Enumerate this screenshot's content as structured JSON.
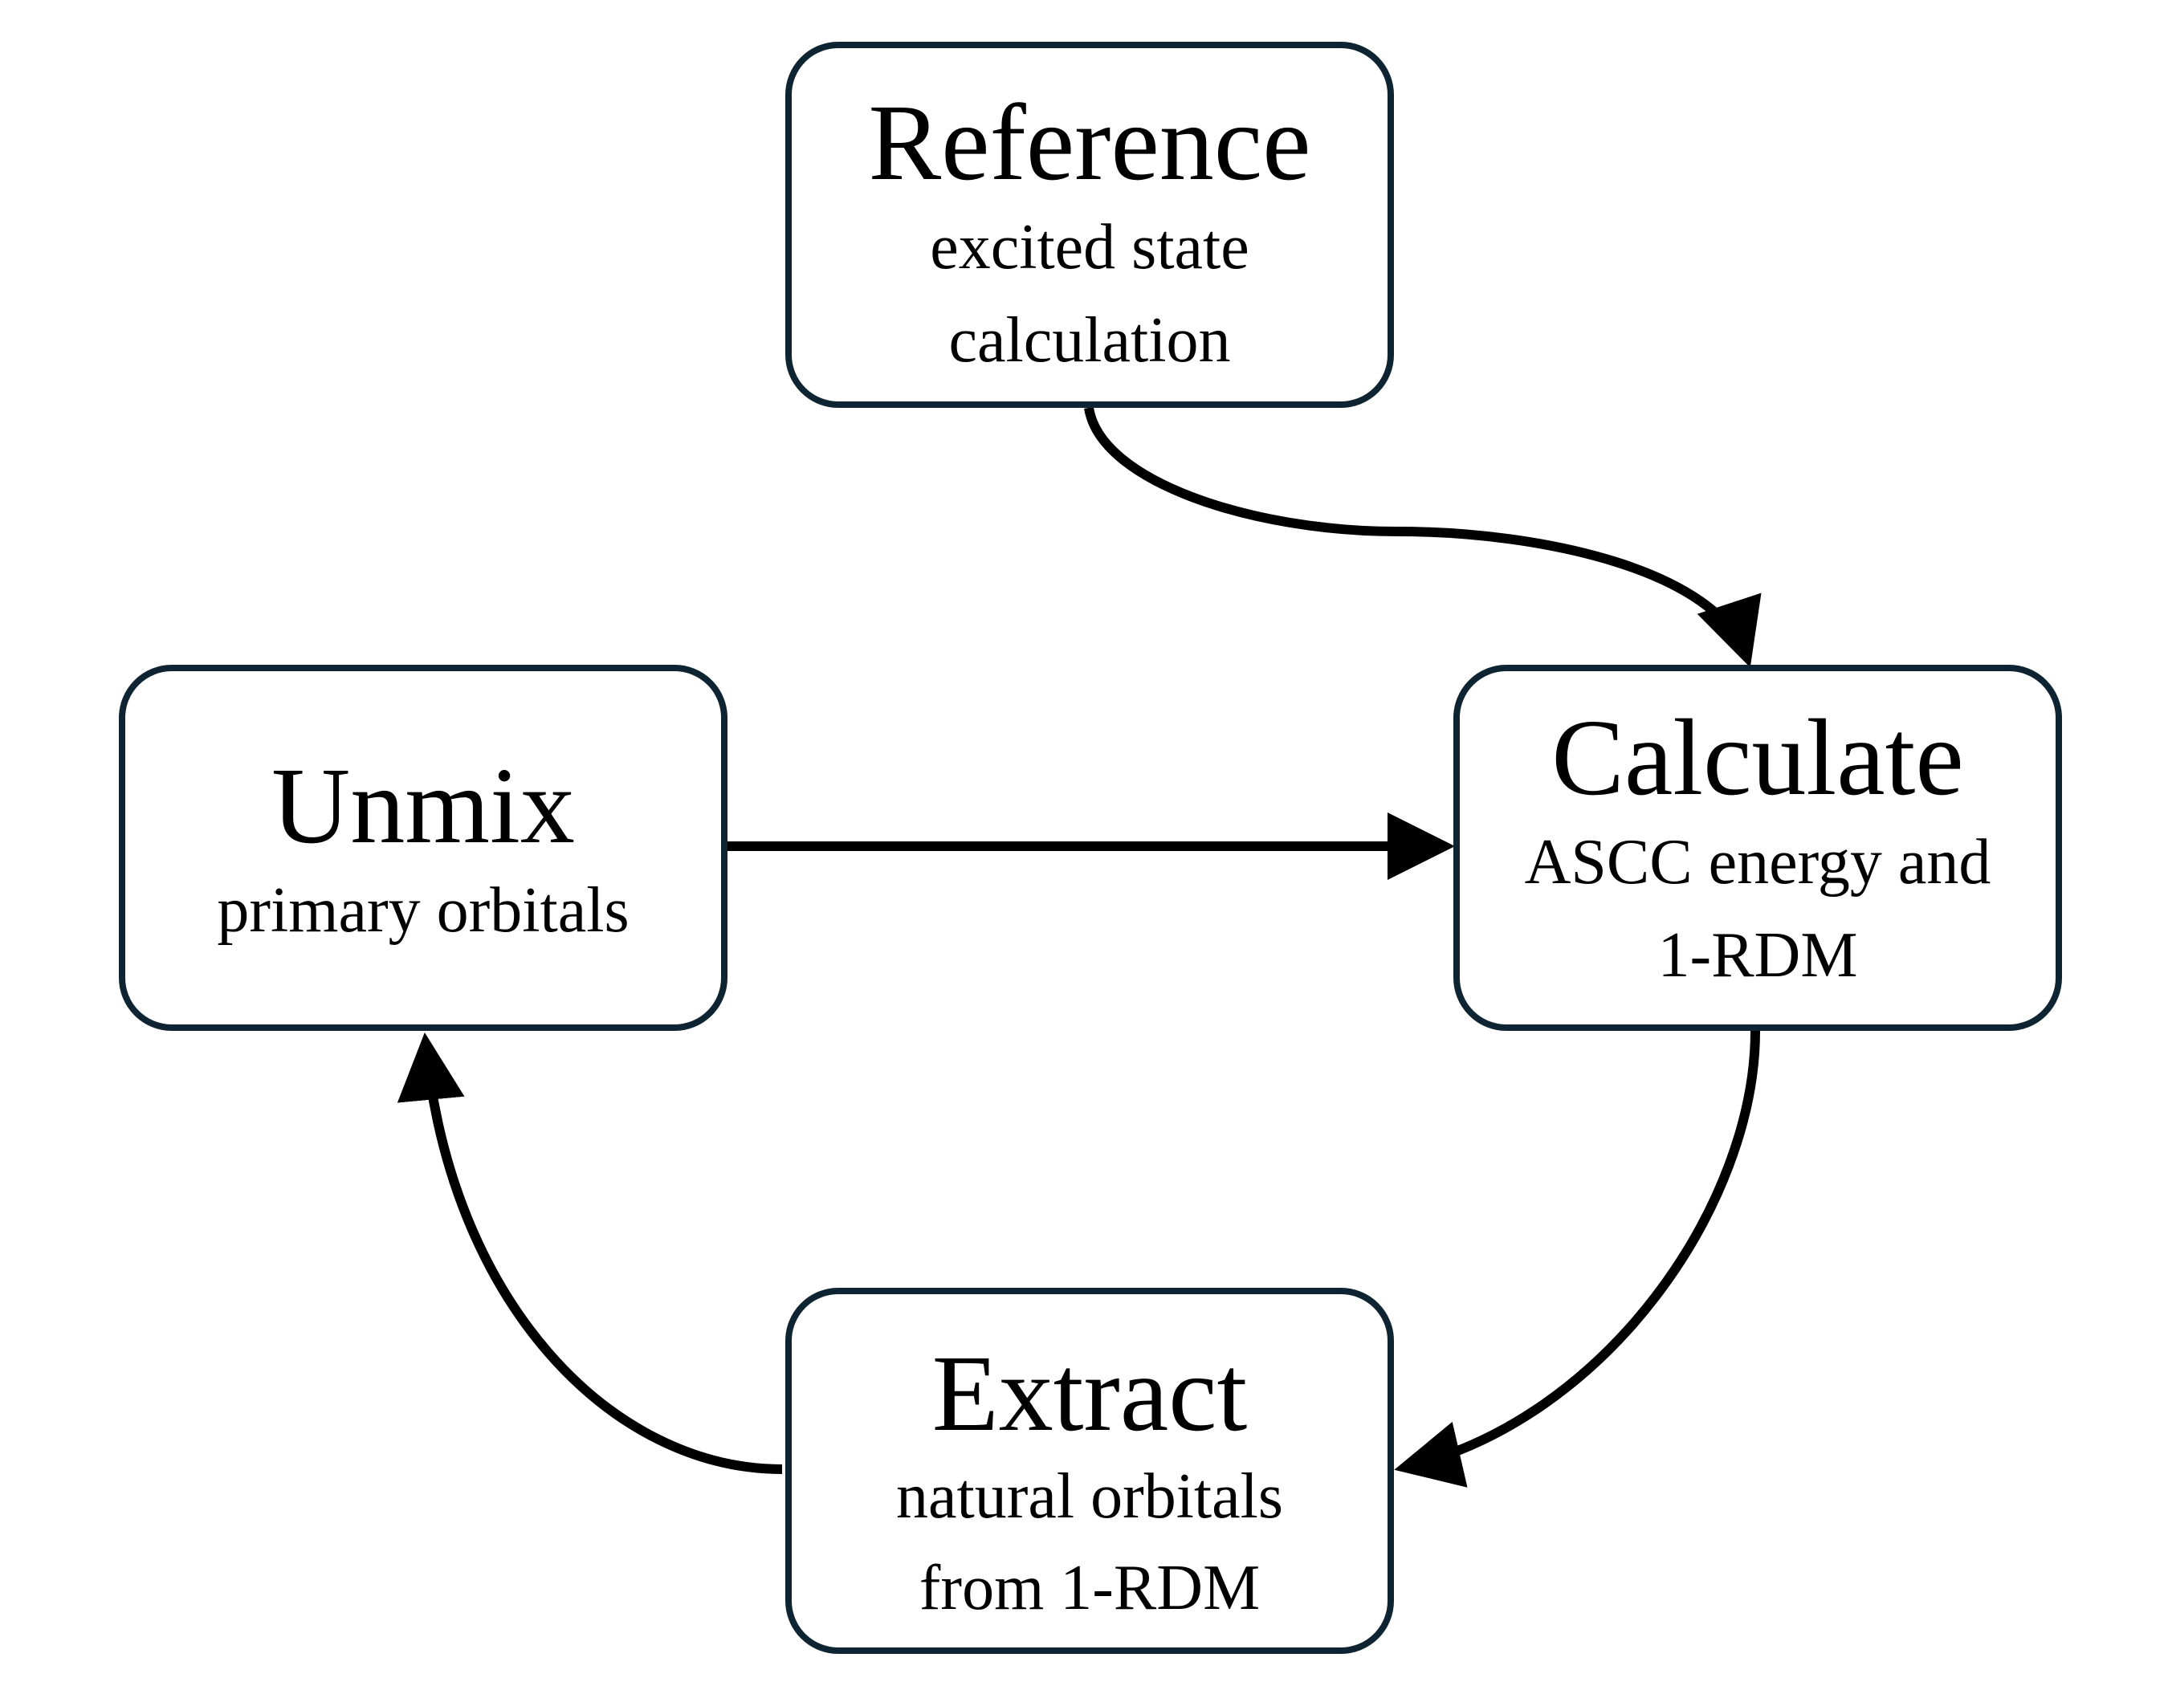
{
  "nodes": {
    "reference": {
      "title": "Reference",
      "description_lines": [
        "excited state",
        "calculation"
      ]
    },
    "unmix": {
      "title": "Unmix",
      "description_lines": [
        "primary orbitals"
      ]
    },
    "calculate": {
      "title": "Calculate",
      "description_lines": [
        "ASCC energy and",
        "1-RDM"
      ]
    },
    "extract": {
      "title": "Extract",
      "description_lines": [
        "natural orbitals",
        "from 1-RDM"
      ]
    }
  },
  "edges": [
    {
      "from": "reference",
      "to": "calculate"
    },
    {
      "from": "unmix",
      "to": "calculate"
    },
    {
      "from": "calculate",
      "to": "extract"
    },
    {
      "from": "extract",
      "to": "unmix"
    }
  ],
  "colors": {
    "box_border": "#0e2433",
    "arrow": "#000000",
    "text": "#000000",
    "background": "#ffffff"
  }
}
